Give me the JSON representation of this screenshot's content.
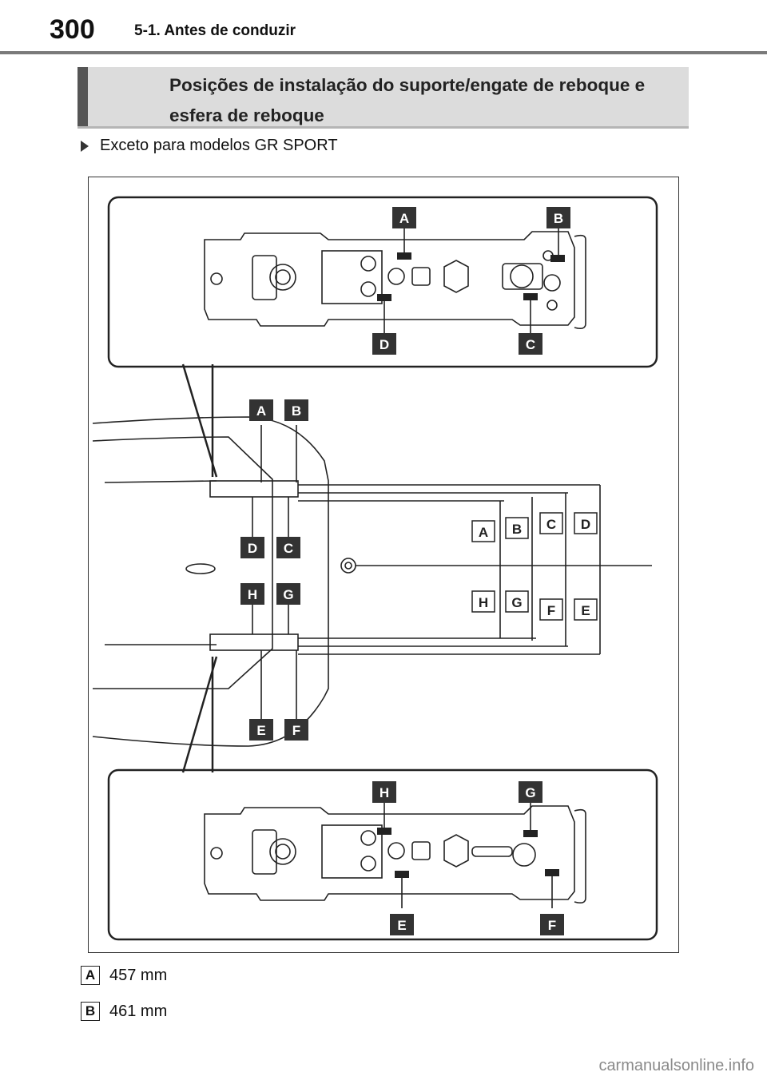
{
  "header": {
    "page_number": "300",
    "chapter": "5-1. Antes de conduzir"
  },
  "section": {
    "title": "Posições de instalação do suporte/engate de reboque e esfera de reboque"
  },
  "condition": "Exceto para modelos GR SPORT",
  "diagram": {
    "letters": [
      "A",
      "B",
      "C",
      "D",
      "E",
      "F",
      "G",
      "H"
    ]
  },
  "legend": [
    {
      "key": "A",
      "value": "457 mm"
    },
    {
      "key": "B",
      "value": "461 mm"
    }
  ],
  "watermark": "carmanualsonline.info"
}
